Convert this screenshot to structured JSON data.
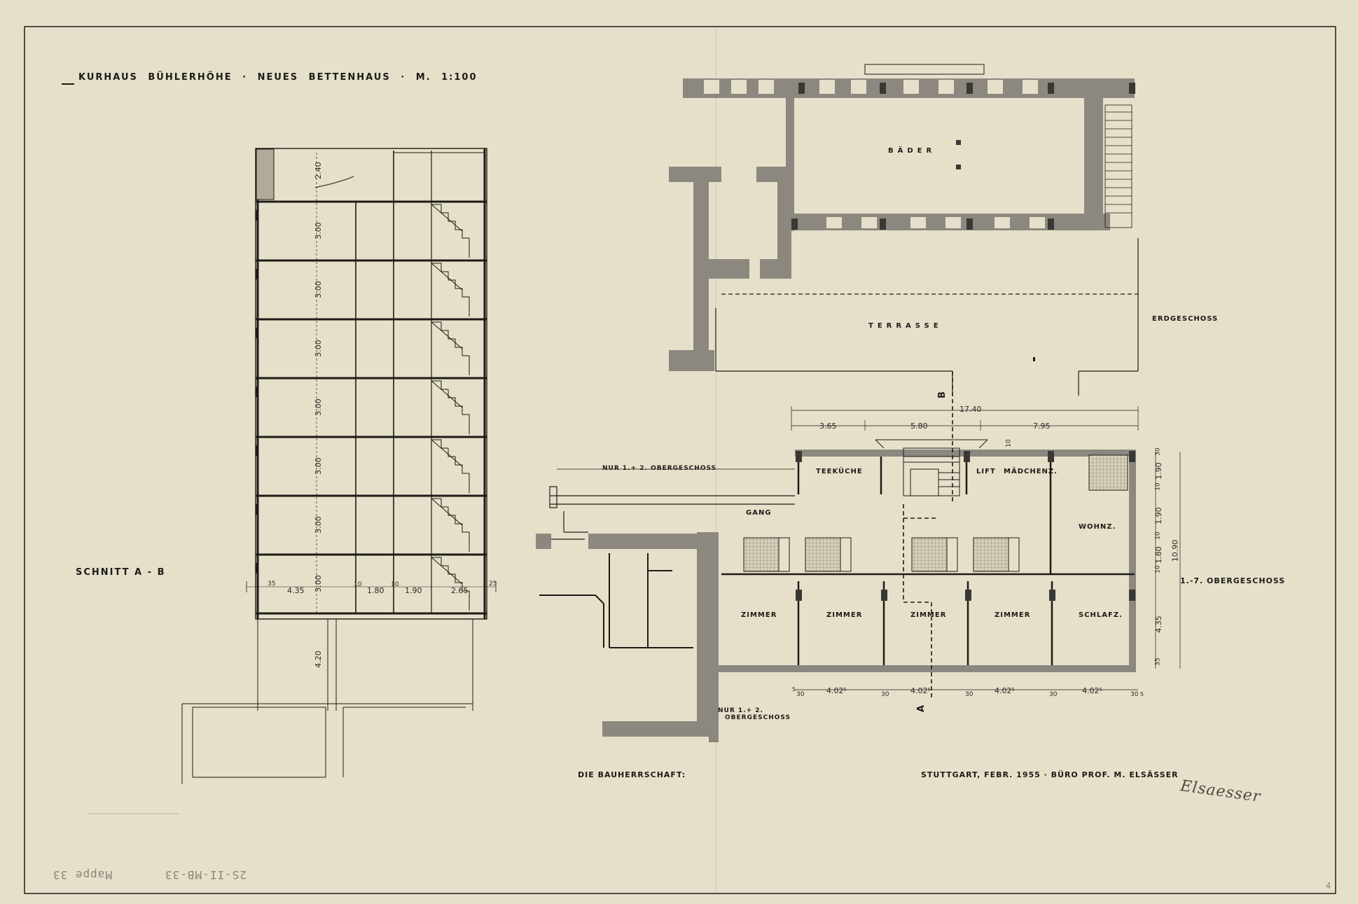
{
  "title": {
    "line": "KURHAUS BÜHLERHÖHE · NEUES BETTENHAUS · M. 1:100"
  },
  "section": {
    "label": "SCHNITT A - B",
    "heights": [
      "2.40",
      "3.00",
      "3.00",
      "3.00",
      "3.00",
      "3.00",
      "3.00",
      "3.00",
      "4.20"
    ],
    "bottom_dims": [
      "35",
      "4.35",
      "10",
      "1.80",
      "10",
      "1.90",
      "2.65",
      "25"
    ]
  },
  "ground_floor": {
    "label": "ERDGESCHOSS",
    "baths": "BÄDER",
    "terrace": "TERRASSE"
  },
  "upper_floor": {
    "label": "1.-7. OBERGESCHOSS",
    "note_top": "NUR 1.+ 2. OBERGESCHOSS",
    "note_bottom_1": "NUR 1.+ 2.",
    "note_bottom_2": "OBERGESCHOSS",
    "rooms": {
      "teekueche": "TEEKÜCHE",
      "lift": "LIFT",
      "maedchenz": "MÄDCHENZ.",
      "gang": "GANG",
      "wohnz": "WOHNZ.",
      "zimmer1": "ZIMMER",
      "zimmer2": "ZIMMER",
      "zimmer3": "ZIMMER",
      "zimmer4": "ZIMMER",
      "schlafz": "SCHLAFZ."
    },
    "dims_top": {
      "total": "17.40",
      "d1": "3.65",
      "d2": "5.80",
      "d3": "7.95"
    },
    "dims_bottom": [
      "5",
      "30",
      "4.02⁵",
      "30",
      "4.02⁵",
      "30",
      "4.02⁵",
      "30",
      "4.02⁵",
      "30",
      "5"
    ],
    "dims_right": [
      "30",
      "1.90",
      "10",
      "1.90",
      "10",
      "1.80",
      "10",
      "4.35",
      "35"
    ],
    "dim_right_total": "10.90",
    "small_10": "10",
    "marker_a": "A",
    "marker_b": "B"
  },
  "footer": {
    "client": "DIE BAUHERRSCHAFT:",
    "office": "STUTTGART, FEBR. 1955 · BÜRO PROF. M. ELSÄSSER",
    "signature": "Elsaesser",
    "archive_1": "Mappe 33",
    "archive_2": "2S-II-MB-33",
    "sheet_no": "4"
  },
  "colors": {
    "paper": "#e6e0ca",
    "ink": "#1c1b17",
    "wall_fill": "#8c8880",
    "wall_dark": "#3a3835",
    "tile": "#cfc9b4"
  }
}
